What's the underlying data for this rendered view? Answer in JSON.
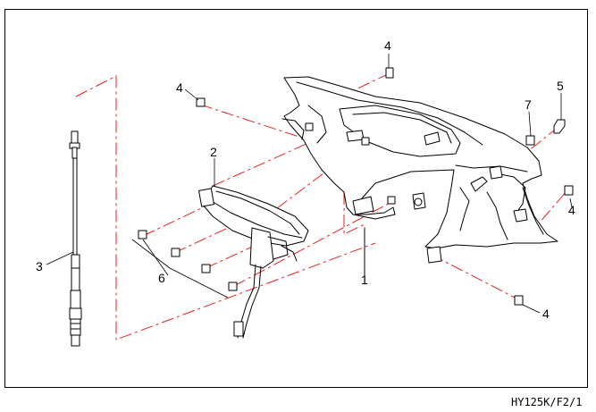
{
  "colors": {
    "assembly_line": "#e8221e",
    "ink": "#000000"
  },
  "callouts": [
    {
      "id": "part-1",
      "label": "1"
    },
    {
      "id": "part-2",
      "label": "2"
    },
    {
      "id": "part-3",
      "label": "3"
    },
    {
      "id": "part-4a",
      "label": "4"
    },
    {
      "id": "part-4b",
      "label": "4"
    },
    {
      "id": "part-4c",
      "label": "4"
    },
    {
      "id": "part-4d",
      "label": "4"
    },
    {
      "id": "part-5",
      "label": "5"
    },
    {
      "id": "part-6",
      "label": "6"
    },
    {
      "id": "part-7",
      "label": "7"
    }
  ],
  "drawing_code": "HY125K/F2/1"
}
